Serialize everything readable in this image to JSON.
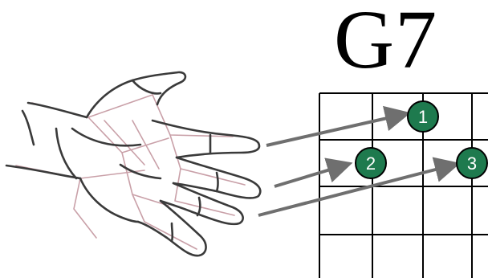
{
  "chord": {
    "name": "G7",
    "dot_color": "#1e7a4e",
    "dot_label_color": "#ffffff",
    "arrow_color": "#6f6f6f",
    "grid_color": "#000000",
    "fingers": [
      {
        "label": "1",
        "string": 3,
        "fret": 1
      },
      {
        "label": "2",
        "string": 2,
        "fret": 2
      },
      {
        "label": "3",
        "string": 4,
        "fret": 2
      }
    ]
  }
}
